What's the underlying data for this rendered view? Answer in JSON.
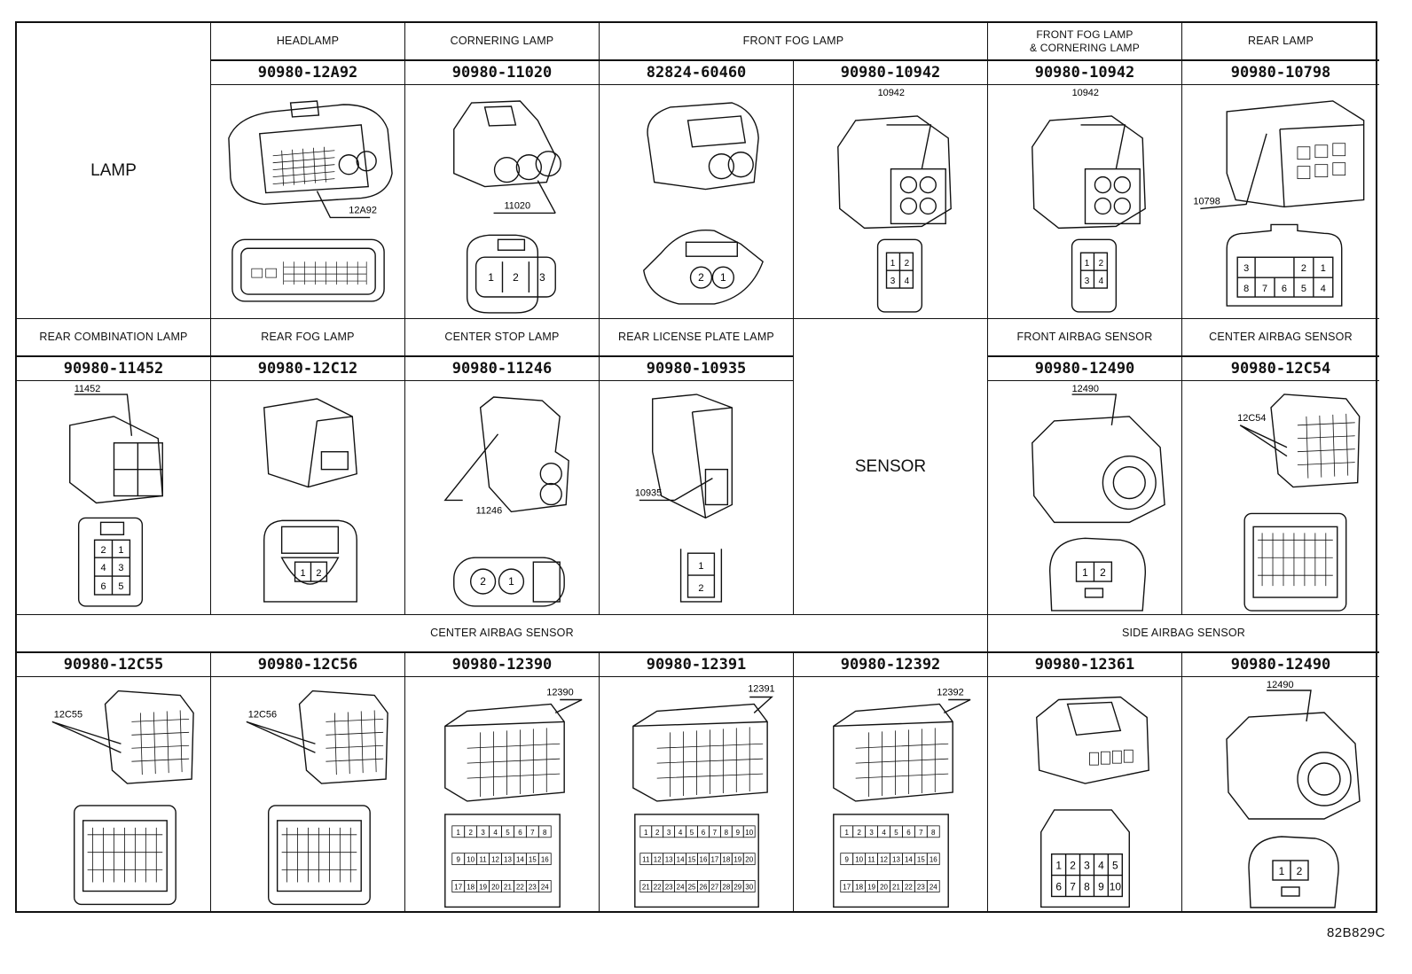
{
  "figure_code": "82B829C",
  "rows": [
    {
      "category": "LAMP",
      "cells": [
        {
          "header": "HEADLAMP",
          "part": "90980-12A92",
          "callout": "12A92",
          "pins": []
        },
        {
          "header": "CORNERING LAMP",
          "part": "90980-11020",
          "callout": "11020",
          "pins": [
            "1",
            "2",
            "3"
          ]
        },
        {
          "header": "FRONT FOG LAMP",
          "part": "82824-60460",
          "callout": "",
          "pins": [
            "2",
            "1"
          ]
        },
        {
          "header": "",
          "part": "90980-10942",
          "callout": "10942",
          "pins": [
            "1",
            "2",
            "3",
            "4"
          ]
        },
        {
          "header": "FRONT FOG LAMP\n& CORNERING LAMP",
          "part": "90980-10942",
          "callout": "10942",
          "pins": [
            "1",
            "2",
            "3",
            "4"
          ]
        },
        {
          "header": "REAR LAMP",
          "part": "90980-10798",
          "callout": "10798",
          "pins": [
            "3",
            "2",
            "1",
            "8",
            "7",
            "6",
            "5",
            "4"
          ]
        }
      ]
    },
    {
      "category": "SENSOR",
      "cells": [
        {
          "header": "REAR COMBINATION LAMP",
          "part": "90980-11452",
          "callout": "11452",
          "pins": [
            "2",
            "1",
            "4",
            "3",
            "6",
            "5"
          ]
        },
        {
          "header": "REAR FOG LAMP",
          "part": "90980-12C12",
          "callout": "",
          "pins": [
            "1",
            "2"
          ]
        },
        {
          "header": "CENTER STOP LAMP",
          "part": "90980-11246",
          "callout": "11246",
          "pins": [
            "2",
            "1"
          ]
        },
        {
          "header": "REAR LICENSE PLATE LAMP",
          "part": "90980-10935",
          "callout": "10935",
          "pins": [
            "1",
            "2"
          ]
        },
        {
          "header": "FRONT AIRBAG SENSOR",
          "part": "90980-12490",
          "callout": "12490",
          "pins": [
            "1",
            "2"
          ]
        },
        {
          "header": "CENTER AIRBAG SENSOR",
          "part": "90980-12C54",
          "callout": "12C54",
          "pins": []
        }
      ]
    },
    {
      "group_headers": [
        "CENTER AIRBAG SENSOR",
        "SIDE AIRBAG SENSOR"
      ],
      "cells": [
        {
          "part": "90980-12C55",
          "callout": "12C55",
          "pins": []
        },
        {
          "part": "90980-12C56",
          "callout": "12C56",
          "pins": []
        },
        {
          "part": "90980-12390",
          "callout": "12390",
          "pins": [
            "1",
            "2",
            "3",
            "4",
            "5",
            "6",
            "7",
            "8",
            "9",
            "10",
            "11",
            "12",
            "13",
            "14",
            "15",
            "16",
            "17",
            "18",
            "19",
            "20",
            "21",
            "22",
            "23",
            "24"
          ]
        },
        {
          "part": "90980-12391",
          "callout": "12391",
          "pins": [
            "1",
            "2",
            "3",
            "4",
            "5",
            "6",
            "7",
            "8",
            "9",
            "10",
            "11",
            "12",
            "13",
            "14",
            "15",
            "16",
            "17",
            "18",
            "19",
            "20",
            "21",
            "22",
            "23",
            "24",
            "25",
            "26",
            "27",
            "28",
            "29",
            "30"
          ]
        },
        {
          "part": "90980-12392",
          "callout": "12392",
          "pins": [
            "1",
            "2",
            "3",
            "4",
            "5",
            "6",
            "7",
            "8",
            "9",
            "10",
            "11",
            "12",
            "13",
            "14",
            "15",
            "16",
            "17",
            "18",
            "19",
            "20",
            "21",
            "22",
            "23",
            "24"
          ]
        },
        {
          "part": "90980-12361",
          "callout": "",
          "pins": [
            "1",
            "2",
            "3",
            "4",
            "5",
            "6",
            "7",
            "8",
            "9",
            "10"
          ]
        },
        {
          "part": "90980-12490",
          "callout": "12490",
          "pins": [
            "1",
            "2"
          ]
        }
      ]
    }
  ]
}
